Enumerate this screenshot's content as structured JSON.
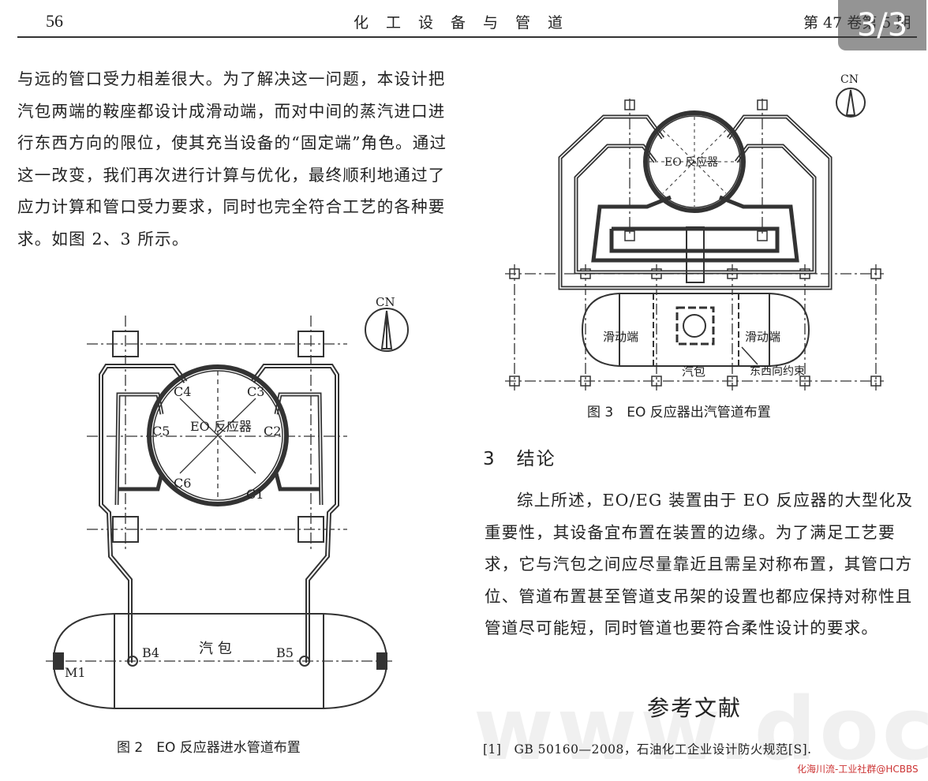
{
  "header": {
    "page_number": "56",
    "journal_title": "化工设备与管道",
    "issue": "第 47 卷第 5 期"
  },
  "page_badge": "3/3",
  "left_paragraph": "与远的管口受力相差很大。为了解决这一问题，本设计把汽包两端的鞍座都设计成滑动端，而对中间的蒸汽进口进行东西方向的限位，使其充当设备的“固定端”角色。通过这一改变，我们再次进行计算与优化，最终顺利地通过了应力计算和管口受力要求，同时也完全符合工艺的各种要求。如图 2、3 所示。",
  "figure2": {
    "compass": "CN",
    "reactor_label": "EO 反应器",
    "nozzles": [
      "C1",
      "C2",
      "C3",
      "C4",
      "C5",
      "C6"
    ],
    "drum_label": "汽 包",
    "drum_nozzles": [
      "B4",
      "B5"
    ],
    "manhole": "M1",
    "caption": "图 2　EO 反应器进水管道布置"
  },
  "figure3": {
    "compass": "CN",
    "reactor_label": "EO 反应器",
    "slide_left": "滑动端",
    "slide_right": "滑动端",
    "drum_label": "汽包",
    "constraint": "东西向约束",
    "caption": "图 3　EO 反应器出汽管道布置"
  },
  "section": {
    "number": "3",
    "title": "结论"
  },
  "conclusion": "综上所述，EO/EG 装置由于 EO 反应器的大型化及重要性，其设备宜布置在装置的边缘。为了满足工艺要求，它与汽包之间应尽量靠近且需呈对称布置，其管口方位、管道布置甚至管道支吊架的设置也都应保持对称性且管道尽可能短，同时管道也要符合柔性设计的要求。",
  "references": {
    "heading": "参考文献",
    "items": [
      "[1]　GB 50160—2008，石油化工企业设计防火规范[S]."
    ]
  },
  "watermark": "www.docin.com",
  "footer_tag": "化海川流-工业社群@HCBBS"
}
